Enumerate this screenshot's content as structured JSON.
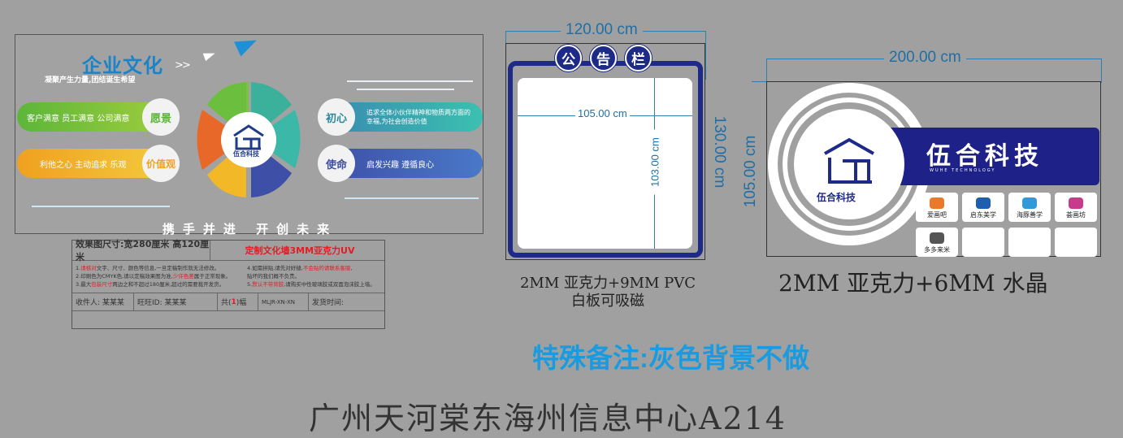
{
  "culture_wall": {
    "title": "企业文化",
    "arrows": ">>",
    "subtitle": "凝聚产生力量,团结诞生希望",
    "vision": {
      "label": "愿景",
      "text": "客户满意  员工满意  公司满意"
    },
    "values": {
      "label": "价值观",
      "text": "利他之心  主动追求  乐观"
    },
    "origin": {
      "label": "初心",
      "text": "追求全体小伙伴精神和物质两方面的幸福,为社会创造价值"
    },
    "mission": {
      "label": "使命",
      "text": "启发兴趣  遵循良心"
    },
    "logo_text": "伍合科技",
    "slogan": "携手并进  开创未来",
    "colors": {
      "green": "#5cb63a",
      "orange": "#f0a020",
      "teal": "#3bb8a8",
      "indigo": "#3d4fa6",
      "blue": "#1a84c8"
    }
  },
  "spec_table": {
    "size": "效果图尺寸:宽280厘米  高120厘米",
    "product": "定制文化墙3MM亚克力UV",
    "notes_left": [
      {
        "pre": "1.",
        "red": "请核对",
        "post": "文字、尺寸、颜色等信息,一旦定稿制作就无法修改。"
      },
      {
        "pre": "2.印刷色为CMYK色,请以定稿效果图为准,",
        "red": "少许色差",
        "post": "属于正常现象。"
      },
      {
        "pre": "3.最大",
        "red": "包装尺寸",
        "post": "两边之和不超过180厘米,超过的需要裁开发货。"
      }
    ],
    "notes_right": [
      {
        "pre": "4.如需拼贴,请先对好缝,",
        "red": "不会贴的请联系客服",
        "post": ","
      },
      {
        "pre": "  贴坏的我们概不负责。",
        "red": "",
        "post": ""
      },
      {
        "pre": "5.",
        "red": "默认不带背胶",
        "post": ",请购买中性玻璃胶或双面泡沫胶上墙。"
      }
    ],
    "recipient": "收件人: 某某某",
    "wangwang": "旺旺ID: 某某某",
    "count_pre": "共(",
    "count": "1",
    "count_post": ")幅",
    "code": "MLJR-XN-XN",
    "ship_time": "发货时间:"
  },
  "notice_board": {
    "chars": [
      "公",
      "告",
      "栏"
    ],
    "width": "120.00 cm",
    "height": "130.00 cm",
    "inner_width": "105.00 cm",
    "inner_height": "103.00 cm",
    "material_1": "2MM 亚克力+9MM PVC",
    "material_2": "白板可吸磁"
  },
  "logo_wall": {
    "width": "200.00 cm",
    "height": "105.00 cm",
    "brand": "伍合科技",
    "brand_en": "WUHE TECHNOLOGY",
    "logo_small": "伍合科技",
    "tiles": [
      "爱画吧",
      "启东美学",
      "海豚善学",
      "荟画坊",
      "多多来米",
      "",
      "",
      ""
    ],
    "material": "2MM 亚克力+6MM 水晶"
  },
  "special_note": "特殊备注:灰色背景不做",
  "address": "广州天河棠东海州信息中心A214"
}
